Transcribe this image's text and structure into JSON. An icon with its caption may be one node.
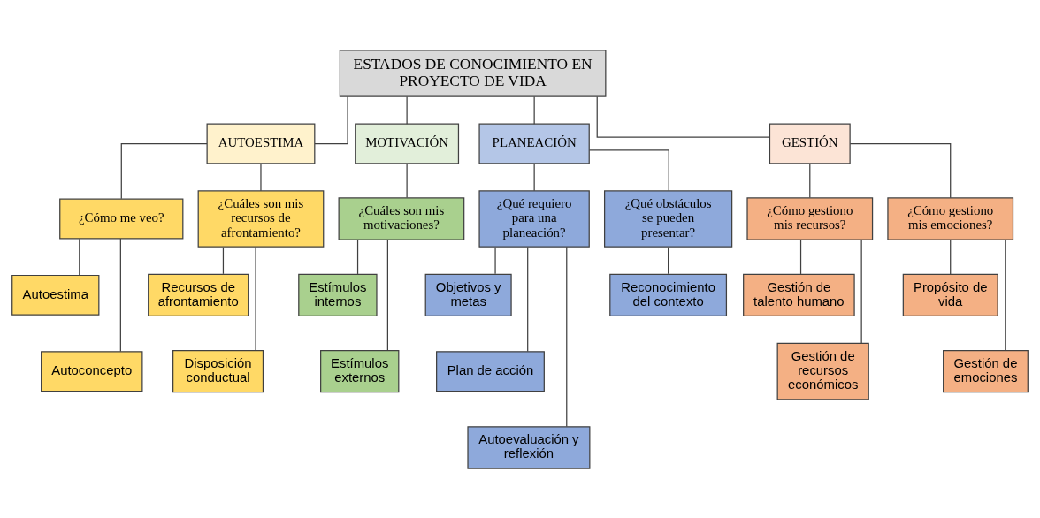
{
  "diagram": {
    "nodes": [
      {
        "text": [
          "ESTADOS DE CONOCIMIENTO EN PROYECTO DE VIDA"
        ]
      },
      {
        "text": [
          "AUTOESTIMA"
        ]
      },
      {
        "text": [
          "MOTIVACIÓN"
        ]
      },
      {
        "text": [
          "PLANEACIÓN"
        ]
      },
      {
        "text": [
          "GESTIÓN"
        ]
      },
      {
        "text": [
          "¿Cómo me veo?"
        ]
      },
      {
        "text": [
          "¿Cuáles son mis recursos de afrontamiento?"
        ]
      },
      {
        "text": [
          "¿Cuáles son mis motivaciones?"
        ]
      },
      {
        "text": [
          "¿Qué requiero para una planeación?"
        ]
      },
      {
        "text": [
          "¿Qué obstáculos se pueden presentar?"
        ]
      },
      {
        "text": [
          "¿Cómo gestiono mis recursos?"
        ]
      },
      {
        "text": [
          "¿Cómo gestiono mis emociones?"
        ]
      },
      {
        "text": [
          "Autoestima"
        ]
      },
      {
        "text": [
          "Autoconcepto"
        ]
      },
      {
        "text": [
          "Recursos de afrontamiento"
        ]
      },
      {
        "text": [
          "Disposición conductual"
        ]
      },
      {
        "text": [
          "Estímulos internos"
        ]
      },
      {
        "text": [
          "Estímulos externos"
        ]
      },
      {
        "text": [
          "Objetivos y metas"
        ]
      },
      {
        "text": [
          "Plan de acción"
        ]
      },
      {
        "text": [
          "Autoevaluación y reflexión"
        ]
      },
      {
        "text": [
          "Reconocimiento del contexto"
        ]
      },
      {
        "text": [
          "Gestión de talento humano"
        ]
      },
      {
        "text": [
          "Gestión de recursos económicos"
        ]
      },
      {
        "text": [
          "Propósito de vida"
        ]
      },
      {
        "text": [
          "Gestión de emociones"
        ]
      }
    ],
    "edges": [
      {
        "from": 0,
        "to": 1,
        "arrow": "none"
      },
      {
        "from": 0,
        "to": 2,
        "arrow": "none"
      },
      {
        "from": 0,
        "to": 3,
        "arrow": "none"
      },
      {
        "from": 0,
        "to": 4,
        "arrow": "none"
      },
      {
        "from": 1,
        "to": 5,
        "arrow": "none"
      },
      {
        "from": 1,
        "to": 6,
        "arrow": "none"
      },
      {
        "from": 2,
        "to": 7,
        "arrow": "none"
      },
      {
        "from": 3,
        "to": 8,
        "arrow": "none"
      },
      {
        "from": 3,
        "to": 9,
        "arrow": "none"
      },
      {
        "from": 4,
        "to": 10,
        "arrow": "none"
      },
      {
        "from": 4,
        "to": 11,
        "arrow": "none"
      },
      {
        "from": 5,
        "to": 12,
        "arrow": "none"
      },
      {
        "from": 5,
        "to": 13,
        "arrow": "none"
      },
      {
        "from": 6,
        "to": 14,
        "arrow": "none"
      },
      {
        "from": 6,
        "to": 15,
        "arrow": "none"
      },
      {
        "from": 7,
        "to": 16,
        "arrow": "none"
      },
      {
        "from": 7,
        "to": 17,
        "arrow": "none"
      },
      {
        "from": 8,
        "to": 18,
        "arrow": "none"
      },
      {
        "from": 8,
        "to": 19,
        "arrow": "none"
      },
      {
        "from": 8,
        "to": 20,
        "arrow": "none"
      },
      {
        "from": 9,
        "to": 21,
        "arrow": "none"
      },
      {
        "from": 10,
        "to": 22,
        "arrow": "none"
      },
      {
        "from": 10,
        "to": 23,
        "arrow": "none"
      },
      {
        "from": 11,
        "to": 24,
        "arrow": "none"
      },
      {
        "from": 11,
        "to": 25,
        "arrow": "none"
      }
    ]
  }
}
